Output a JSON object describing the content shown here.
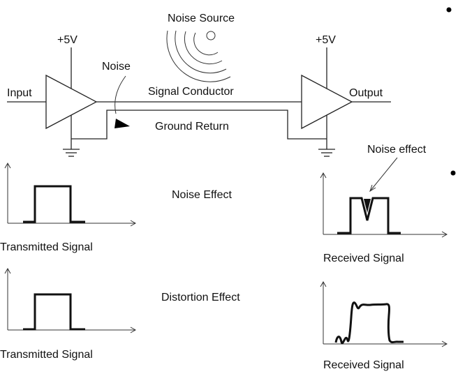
{
  "labels": {
    "noise_source": "Noise Source",
    "vcc_left": "+5V",
    "vcc_right": "+5V",
    "noise": "Noise",
    "input": "Input",
    "signal_conductor": "Signal Conductor",
    "output": "Output",
    "ground_return": "Ground Return",
    "noise_effect_annotation": "Noise effect",
    "noise_effect_title": "Noise Effect",
    "distortion_effect_title": "Distortion Effect",
    "transmitted_signal_1": "Transmitted Signal",
    "received_signal_1": "Received Signal",
    "transmitted_signal_2": "Transmitted Signal",
    "received_signal_2": "Received Signal"
  }
}
